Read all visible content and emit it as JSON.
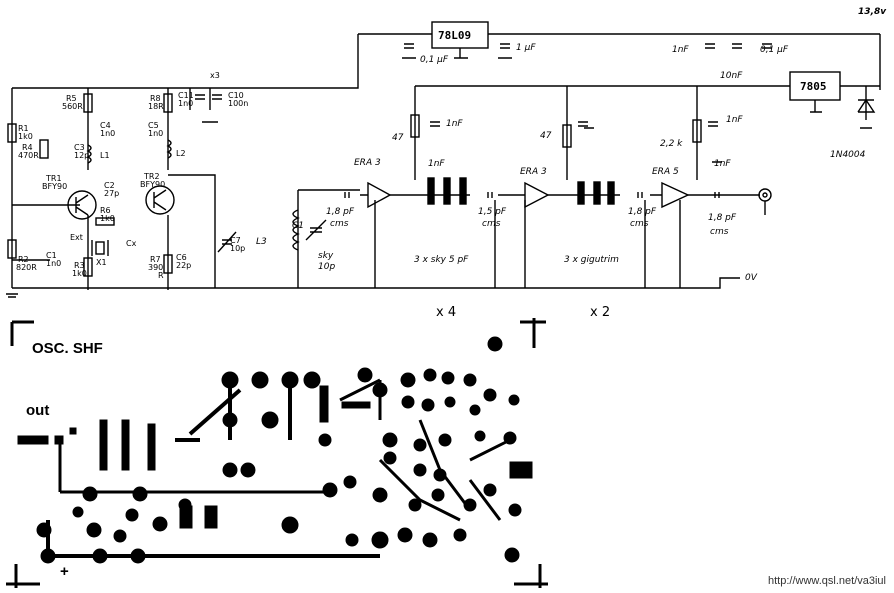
{
  "schematic": {
    "supply_voltage": "13,8v",
    "regulators": [
      "78L09",
      "7805"
    ],
    "diode": "1N4004",
    "ground_label": "0V",
    "multiplier_1": "x 4",
    "multiplier_2": "x 2",
    "oscillator_components": {
      "r1": "R1",
      "r1v": "1k0",
      "r2": "R2",
      "r2v": "820R",
      "r3": "R3",
      "r3v": "1k0",
      "r4": "R4",
      "r4v": "470R",
      "r5": "R5",
      "r5v": "560R",
      "r6": "R6",
      "r6v": "1k0",
      "r7": "R7",
      "r7v": "390",
      "r7b": "R",
      "r8": "R8",
      "r8v": "18R",
      "c1": "C1",
      "c1v": "1n0",
      "c2": "C2",
      "c2v": "27p",
      "c3": "C3",
      "c3v": "12p",
      "c4": "C4",
      "c4v": "1n0",
      "c5": "C5",
      "c5v": "1n0",
      "c6": "C6",
      "c6v": "22p",
      "c7": "C7",
      "c7v": "10p",
      "c10": "C10",
      "c10v": "100n",
      "c11": "C11",
      "c11v": "1n0",
      "cx": "Cx",
      "x1": "X1",
      "tr1": "TR1",
      "tr1v": "BFY90",
      "tr2": "TR2",
      "tr2v": "BFY90",
      "l1": "L1",
      "l2": "L2",
      "ext": "Ext",
      "x3": "x3"
    },
    "multiplier_components": {
      "l3": "L3",
      "c1": "C1",
      "sky": "sky",
      "sky_val": "10p",
      "era_1": "ERA 3",
      "era_2": "ERA 3",
      "era_3": "ERA 5",
      "cap_1": "1,8 pF",
      "cap_2": "1,5 pF",
      "cap_3": "1,8 pF",
      "cap_4": "1,8 pF",
      "cms": "cms",
      "r_47_1": "47",
      "r_47_2": "47",
      "r_22": "2,2 k",
      "c_1nf": "1nF",
      "c_01uf": "0,1 µF",
      "c_1uf": "1 µF",
      "c_10nf": "10nF",
      "c_01uf_b": "0,1 µF",
      "c_1nf_top": "1nF",
      "sky_group": "3 x sky 5 pF",
      "gigu_group": "3 x gigutrim"
    }
  },
  "pcb": {
    "title": "OSC. SHF",
    "out_label": "out",
    "plus_label": "+"
  },
  "credit": "http://www.qsl.net/va3iul"
}
